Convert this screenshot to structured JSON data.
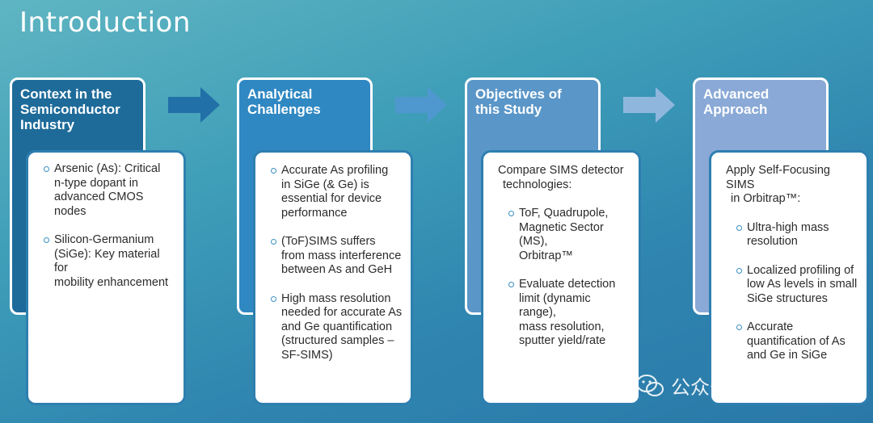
{
  "title": "Introduction",
  "columns": [
    {
      "header": [
        "Context in the",
        "Semiconductor",
        "Industry"
      ],
      "color": "#1e6b9a",
      "items": [
        {
          "style": "bullet",
          "lines": [
            "Arsenic (As): Critical",
            "n-type dopant in",
            "advanced CMOS nodes"
          ]
        },
        {
          "style": "bullet",
          "lines": [
            "Silicon-Germanium",
            "(SiGe): Key material for",
            "mobility enhancement"
          ]
        }
      ]
    },
    {
      "header": [
        "Analytical",
        "Challenges"
      ],
      "color": "#2f88c2",
      "items": [
        {
          "style": "bullet",
          "lines": [
            "Accurate As profiling",
            "in SiGe (& Ge) is",
            "essential for device",
            "performance"
          ]
        },
        {
          "style": "bullet",
          "lines": [
            "(ToF)SIMS suffers",
            "from mass interference",
            "between As and GeH"
          ]
        },
        {
          "style": "bullet",
          "lines": [
            "High mass resolution",
            "needed for accurate As",
            "and Ge quantification",
            "(structured samples –",
            "SF-SIMS)"
          ]
        }
      ]
    },
    {
      "header": [
        "Objectives of",
        "this Study"
      ],
      "color": "#5a96c8",
      "items": [
        {
          "style": "plain",
          "lines": [
            "Compare SIMS detector",
            "technologies:"
          ]
        },
        {
          "style": "bullet",
          "lines": [
            "ToF, Quadrupole,",
            "Magnetic Sector (MS),",
            "Orbitrap™"
          ]
        },
        {
          "style": "bullet",
          "lines": [
            "Evaluate detection",
            "limit (dynamic range),",
            "mass resolution,",
            "sputter yield/rate"
          ]
        }
      ]
    },
    {
      "header": [
        "Advanced",
        "Approach"
      ],
      "color": "#8aa9d6",
      "items": [
        {
          "style": "plain",
          "lines": [
            "Apply Self-Focusing SIMS",
            "in Orbitrap™:"
          ]
        },
        {
          "style": "bullet",
          "lines": [
            "Ultra-high mass",
            "resolution"
          ]
        },
        {
          "style": "bullet",
          "lines": [
            "Localized profiling of",
            "low As levels in small",
            "SiGe structures"
          ]
        },
        {
          "style": "bullet",
          "lines": [
            "Accurate",
            "quantification of As",
            "and Ge in SiGe"
          ]
        }
      ]
    }
  ],
  "arrow_colors": [
    "#2170a8",
    "#4f98cf",
    "#8fb7de"
  ],
  "watermark": "公众号 · 芯联汇"
}
